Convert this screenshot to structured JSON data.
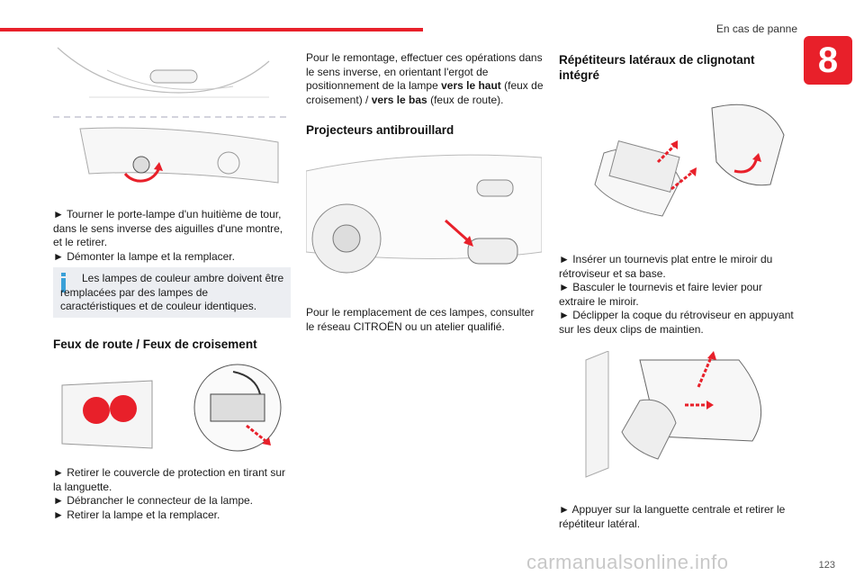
{
  "header": {
    "title": "En cas de panne",
    "chapter": "8"
  },
  "col1": {
    "steps_a": [
      "► Tourner le porte-lampe d'un huitième de tour, dans le sens inverse des aiguilles d'une montre, et le retirer.",
      "► Démonter la lampe et la remplacer."
    ],
    "note": "Les lampes de couleur ambre doivent être remplacées par des lampes de caractéristiques et de couleur identiques.",
    "heading": "Feux de route / Feux de croisement",
    "steps_b": [
      "► Retirer le couvercle de protection en tirant sur la languette.",
      "► Débrancher le connecteur de la lampe.",
      "► Retirer la lampe et la remplacer."
    ]
  },
  "col2": {
    "intro_1": "Pour le remontage, effectuer ces opérations dans le sens inverse, en orientant l'ergot de positionnement de la lampe ",
    "intro_bold_1": "vers le haut",
    "intro_2": " (feux de croisement) / ",
    "intro_bold_2": "vers le bas",
    "intro_3": " (feux de route).",
    "heading": "Projecteurs antibrouillard",
    "text": "Pour le remplacement de ces lampes, consulter le réseau CITROËN ou un atelier qualifié."
  },
  "col3": {
    "heading": "Répétiteurs latéraux de clignotant intégré",
    "steps_a": [
      "► Insérer un tournevis plat entre le miroir du rétroviseur et sa base.",
      "► Basculer le tournevis et faire levier pour extraire le miroir.",
      "► Déclipper la coque du rétroviseur en appuyant sur les deux clips de maintien."
    ],
    "steps_b": [
      "► Appuyer sur la languette centrale et retirer le répétiteur latéral."
    ]
  },
  "footer": {
    "page_number": "123",
    "watermark": "carmanualsonline.info"
  },
  "colors": {
    "accent": "#e8202a",
    "note_bg": "#eceef2",
    "info_icon": "#3aa0d8"
  }
}
